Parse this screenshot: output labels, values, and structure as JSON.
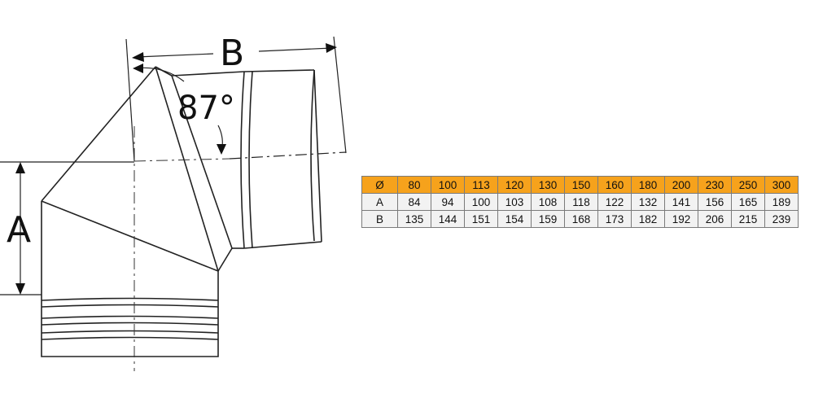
{
  "diagram": {
    "label_a": "A",
    "label_b": "B",
    "angle_label": "87°"
  },
  "table": {
    "header_symbol": "Ø",
    "diameters": [
      "80",
      "100",
      "113",
      "120",
      "130",
      "150",
      "160",
      "180",
      "200",
      "230",
      "250",
      "300"
    ],
    "rows": [
      {
        "label": "A",
        "values": [
          "84",
          "94",
          "100",
          "103",
          "108",
          "118",
          "122",
          "132",
          "141",
          "156",
          "165",
          "189"
        ]
      },
      {
        "label": "B",
        "values": [
          "135",
          "144",
          "151",
          "154",
          "159",
          "168",
          "173",
          "182",
          "192",
          "206",
          "215",
          "239"
        ]
      }
    ]
  },
  "colors": {
    "header_fill": "#f6a21c",
    "row_fill": "#f2f2f2",
    "line": "#111111"
  }
}
